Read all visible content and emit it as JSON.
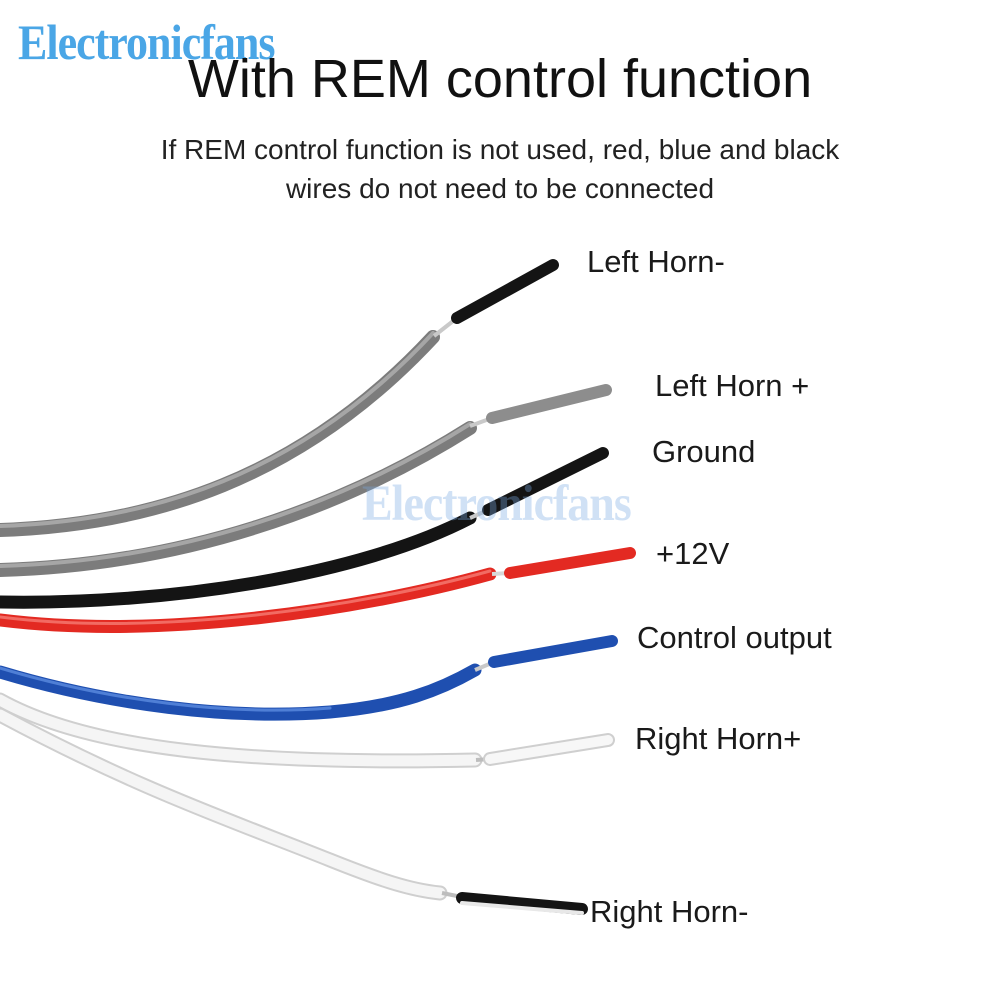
{
  "brand": "Electronicfans",
  "watermark": "Electronicfans",
  "title": "With REM control function",
  "note": {
    "line1": "If REM control function is not used, red, blue and black",
    "line2": "wires do not need to be connected"
  },
  "wires": [
    {
      "id": "left-horn-minus",
      "label": "Left Horn-",
      "color": "#8d8d8d",
      "tip_color": "#141414"
    },
    {
      "id": "left-horn-plus",
      "label": "Left Horn +",
      "color": "#8d8d8d",
      "tip_color": "#8d8d8d"
    },
    {
      "id": "ground",
      "label": "Ground",
      "color": "#141414",
      "tip_color": "#141414"
    },
    {
      "id": "plus-12v",
      "label": "+12V",
      "color": "#e32a22",
      "tip_color": "#e32a22"
    },
    {
      "id": "control-output",
      "label": "Control output",
      "color": "#1f4fb0",
      "tip_color": "#1f4fb0"
    },
    {
      "id": "right-horn-plus",
      "label": "Right Horn+",
      "color": "#f3f3f3",
      "tip_color": "#f3f3f3"
    },
    {
      "id": "right-horn-minus",
      "label": "Right Horn-",
      "color": "#f3f3f3",
      "tip_color": "#141414"
    }
  ]
}
